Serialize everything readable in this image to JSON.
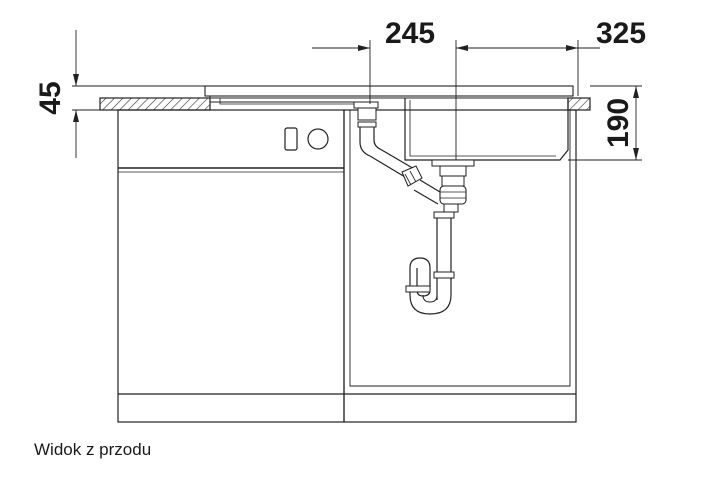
{
  "dimensions": {
    "sink_depth_offset": "245",
    "overhang": "325",
    "worktop_thickness": "45",
    "bowl_depth": "190"
  },
  "caption": "Widok z przodu"
}
